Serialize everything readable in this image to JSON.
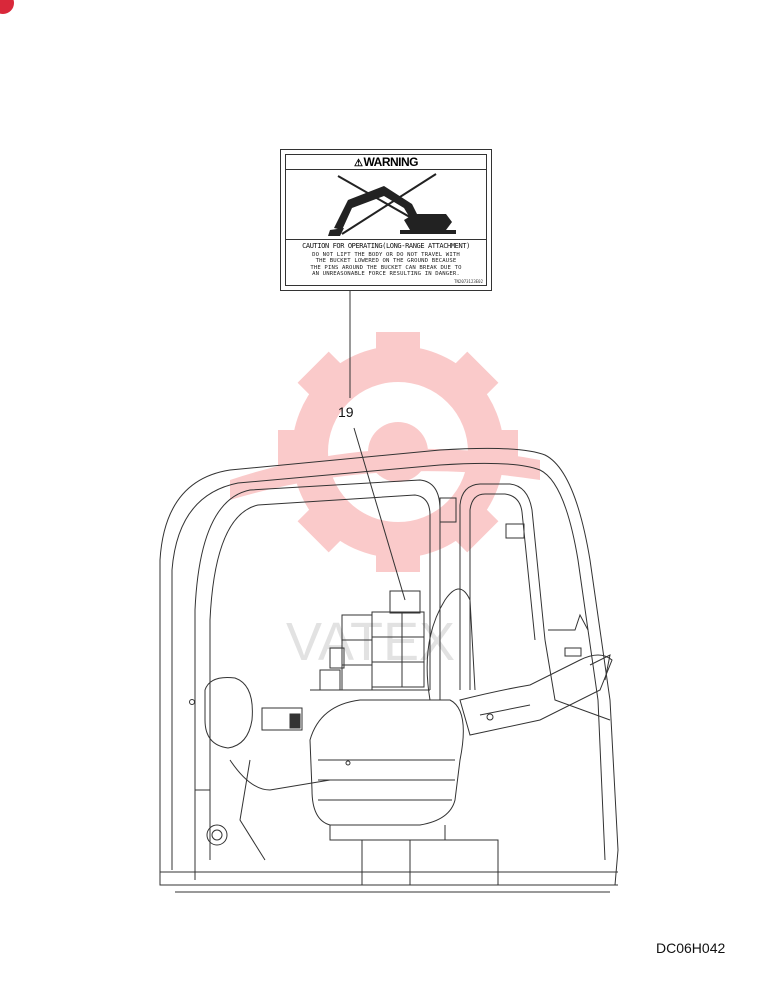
{
  "warning_label": {
    "heading": "WARNING",
    "title": "CAUTION FOR OPERATING(LONG-RANGE ATTACHMENT)",
    "body_lines": [
      "DO NOT LIFT THE BODY OR DO NOT TRAVEL WITH",
      "THE BUCKET LOWERED ON THE GROUND BECAUSE",
      "THE PINS AROUND THE BUCKET CAN BREAK DUE TO",
      "AN UNREASONABLE FORCE RESULTING IN DANGER."
    ],
    "part_code": "TN2073123E02"
  },
  "callout_number": "19",
  "drawing_id": "DC06H042",
  "icons": [
    "warning-triangle-icon",
    "excavator-prohibited-icon",
    "gear-watermark-icon"
  ],
  "colors": {
    "watermark": "#f26a6a",
    "line": "#333333",
    "badge": "#d9283a"
  }
}
